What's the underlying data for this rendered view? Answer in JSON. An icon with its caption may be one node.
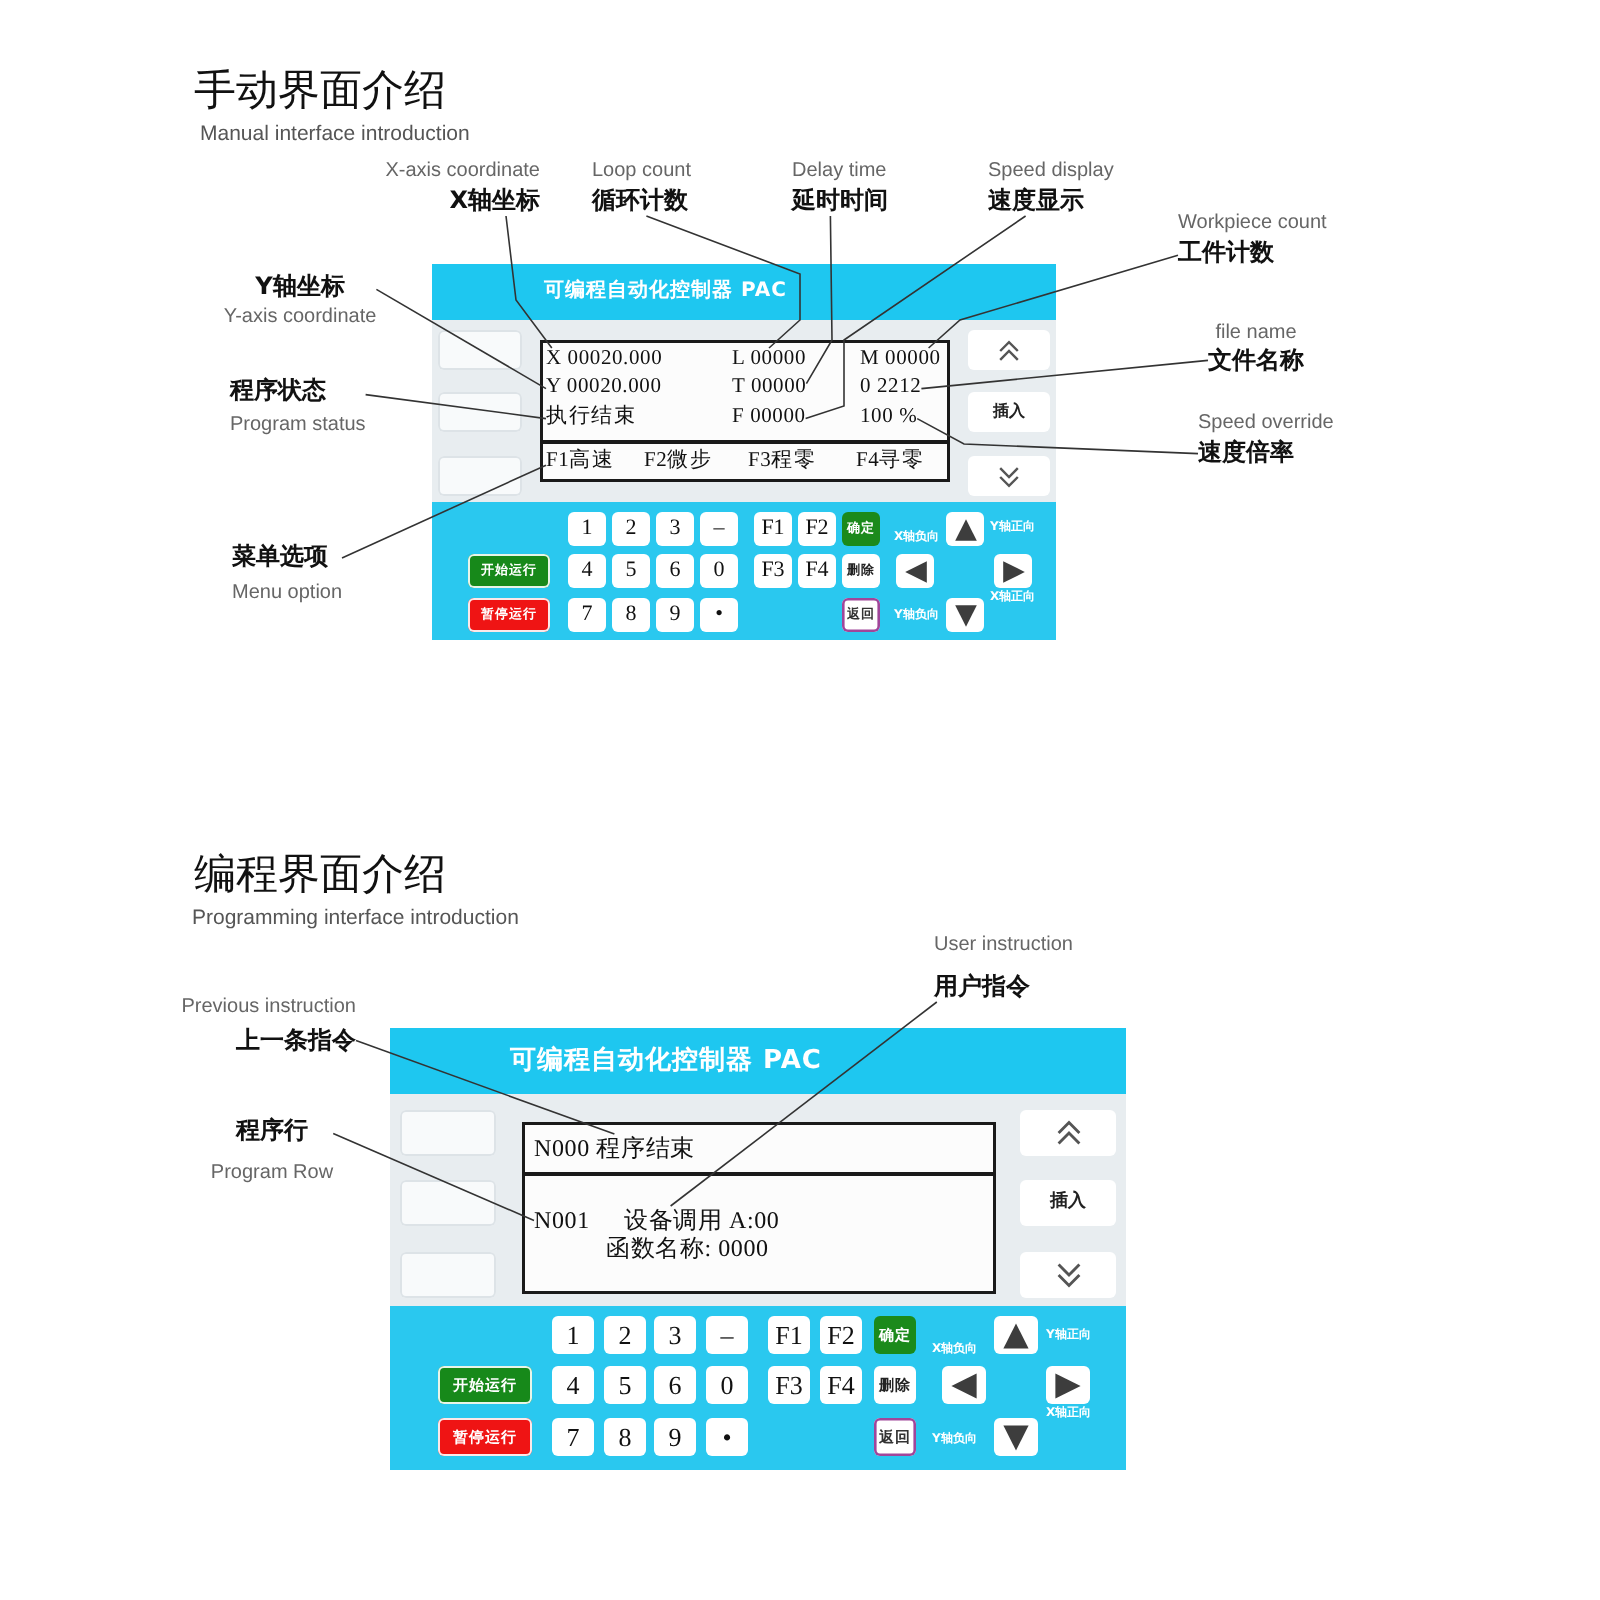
{
  "diagram": {
    "nodes": [
      {
        "text": [
          "X-axis coordinate",
          "X轴坐标"
        ]
      },
      {
        "text": [
          "Loop count",
          "循环计数"
        ]
      },
      {
        "text": [
          "Delay time",
          "延时时间"
        ]
      },
      {
        "text": [
          "Speed display",
          "速度显示"
        ]
      },
      {
        "text": [
          "Workpiece count",
          "工件计数"
        ]
      },
      {
        "text": [
          "Y轴坐标",
          "Y-axis coordinate"
        ]
      },
      {
        "text": [
          "程序状态",
          "Program status"
        ]
      },
      {
        "text": [
          "file name",
          "文件名称"
        ]
      },
      {
        "text": [
          "Speed override",
          "速度倍率"
        ]
      },
      {
        "text": [
          "菜单选项",
          "Menu option"
        ]
      },
      {
        "text": [
          "可编程自动化控制器 PAC"
        ]
      },
      {
        "text": [],
        "shape": "box",
        "in": 10
      },
      {
        "text": [
          "X 00020.000"
        ],
        "in": 11
      },
      {
        "text": [
          "L 00000"
        ],
        "in": 11
      },
      {
        "text": [
          "M 00000"
        ],
        "in": 11
      },
      {
        "text": [
          "Y 00020.000"
        ],
        "in": 11
      },
      {
        "text": [
          "T 00000"
        ],
        "in": 11
      },
      {
        "text": [
          "0 2212"
        ],
        "in": 11
      },
      {
        "text": [
          "执行结束"
        ],
        "in": 11
      },
      {
        "text": [
          "F 00000"
        ],
        "in": 11
      },
      {
        "text": [
          "100 %"
        ],
        "in": 11
      },
      {
        "text": [
          "F1高速"
        ],
        "in": 11
      },
      {
        "text": [],
        "shape": "box",
        "in": 10
      },
      {
        "text": [],
        "shape": "box",
        "in": 10
      },
      {
        "text": [],
        "shape": "box",
        "in": 10
      },
      {
        "text": [
          "插入"
        ],
        "in": 10
      },
      {
        "text": [],
        "shape": "box",
        "in": 10
      },
      {
        "text": [],
        "shape": "box",
        "in": 10
      },
      {
        "text": [
          "1"
        ],
        "in": 10
      },
      {
        "text": [
          "2"
        ],
        "in": 10
      },
      {
        "text": [
          "3"
        ],
        "in": 10
      },
      {
        "text": [
          "–"
        ],
        "in": 10
      },
      {
        "text": [
          "F1"
        ],
        "in": 10
      },
      {
        "text": [
          "F2"
        ],
        "in": 10
      },
      {
        "text": [
          "确定"
        ],
        "in": 10
      },
      {
        "text": [],
        "shape": "box",
        "in": 10
      },
      {
        "text": [
          "开始运行"
        ],
        "in": 10
      },
      {
        "text": [
          "4"
        ],
        "in": 10
      },
      {
        "text": [
          "5"
        ],
        "in": 10
      },
      {
        "text": [
          "6"
        ],
        "in": 10
      },
      {
        "text": [
          "0"
        ],
        "in": 10
      },
      {
        "text": [
          "F3"
        ],
        "in": 10
      },
      {
        "text": [
          "F4"
        ],
        "in": 10
      },
      {
        "text": [
          "删除"
        ],
        "in": 10
      },
      {
        "text": [],
        "shape": "box",
        "in": 10
      },
      {
        "text": [],
        "shape": "box",
        "in": 10
      },
      {
        "text": [
          "暂停运行"
        ],
        "in": 10
      },
      {
        "text": [
          "7"
        ],
        "in": 10
      },
      {
        "text": [
          "8"
        ],
        "in": 10
      },
      {
        "text": [
          "9"
        ],
        "in": 10
      },
      {
        "text": [
          "•"
        ],
        "in": 10
      },
      {
        "text": [
          "返回"
        ],
        "in": 10
      },
      {
        "text": [],
        "shape": "box",
        "in": 10
      },
      {
        "text": [
          "User instruction",
          "用户指令"
        ]
      },
      {
        "text": [
          "Previous instruction",
          "上一条指令"
        ]
      },
      {
        "text": [
          "程序行",
          "Program Row"
        ]
      },
      {
        "text": [
          "可编程自动化控制器 PAC"
        ]
      },
      {
        "text": [],
        "shape": "box",
        "in": 56
      },
      {
        "text": [
          "N000 程序结束"
        ],
        "in": 57
      },
      {
        "text": [
          "N001"
        ],
        "in": 57
      },
      {
        "text": [
          "设备调用 A:00"
        ],
        "in": 57
      },
      {
        "text": [],
        "shape": "box",
        "in": 56
      },
      {
        "text": [],
        "shape": "box",
        "in": 56
      },
      {
        "text": [],
        "shape": "box",
        "in": 56
      },
      {
        "text": [
          "插入"
        ],
        "in": 56
      },
      {
        "text": [],
        "shape": "box",
        "in": 56
      },
      {
        "text": [],
        "shape": "box",
        "in": 56
      },
      {
        "text": [
          "1"
        ],
        "in": 56
      },
      {
        "text": [
          "2"
        ],
        "in": 56
      },
      {
        "text": [
          "3"
        ],
        "in": 56
      },
      {
        "text": [
          "–"
        ],
        "in": 56
      },
      {
        "text": [
          "F1"
        ],
        "in": 56
      },
      {
        "text": [
          "F2"
        ],
        "in": 56
      },
      {
        "text": [
          "确定"
        ],
        "in": 56
      },
      {
        "text": [],
        "shape": "box",
        "in": 56
      },
      {
        "text": [
          "开始运行"
        ],
        "in": 56
      },
      {
        "text": [
          "4"
        ],
        "in": 56
      },
      {
        "text": [
          "5"
        ],
        "in": 56
      },
      {
        "text": [
          "6"
        ],
        "in": 56
      },
      {
        "text": [
          "0"
        ],
        "in": 56
      },
      {
        "text": [
          "F3"
        ],
        "in": 56
      },
      {
        "text": [
          "F4"
        ],
        "in": 56
      },
      {
        "text": [
          "删除"
        ],
        "in": 56
      },
      {
        "text": [],
        "shape": "box",
        "in": 56
      },
      {
        "text": [],
        "shape": "box",
        "in": 56
      },
      {
        "text": [
          "暂停运行"
        ],
        "in": 56
      },
      {
        "text": [
          "7"
        ],
        "in": 56
      },
      {
        "text": [
          "8"
        ],
        "in": 56
      },
      {
        "text": [
          "9"
        ],
        "in": 56
      },
      {
        "text": [
          "•"
        ],
        "in": 56
      },
      {
        "text": [
          "返回"
        ],
        "in": 56
      },
      {
        "text": [],
        "shape": "box",
        "in": 56
      }
    ],
    "edges": [
      {
        "from": 0,
        "to": 12,
        "arrow": "none"
      },
      {
        "from": 1,
        "to": 13,
        "arrow": "none"
      },
      {
        "from": 2,
        "to": 16,
        "arrow": "none"
      },
      {
        "from": 3,
        "to": 19,
        "arrow": "none"
      },
      {
        "from": 4,
        "to": 14,
        "arrow": "none"
      },
      {
        "from": 5,
        "to": 15,
        "arrow": "none"
      },
      {
        "from": 6,
        "to": 18,
        "arrow": "none"
      },
      {
        "from": 7,
        "to": 17,
        "arrow": "none"
      },
      {
        "from": 8,
        "to": 20,
        "arrow": "none"
      },
      {
        "from": 9,
        "to": 21,
        "arrow": "none"
      },
      {
        "from": 53,
        "to": 60,
        "arrow": "none"
      },
      {
        "from": 54,
        "to": 58,
        "arrow": "none"
      },
      {
        "from": 55,
        "to": 59,
        "arrow": "none"
      }
    ],
    "labels": [
      "手动界面介绍",
      "Manual interface introduction",
      "F2微步",
      "F3程零",
      "F4寻零",
      "X轴负向",
      "Y轴正向",
      "X轴正向",
      "Y轴负向",
      "编程界面介绍",
      "Programming interface introduction",
      "函数名称: 0000",
      "X轴负向",
      "Y轴正向",
      "X轴正向",
      "Y轴负向"
    ]
  }
}
